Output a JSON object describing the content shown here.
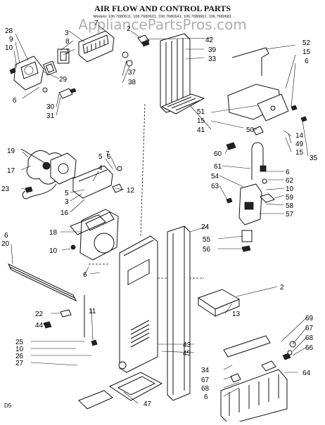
{
  "title": "AIR FLOW AND CONTROL PARTS",
  "models_line": "Models: 106.7680611, 106.7680621, 106.7680641, 106.7680661, 106.7680681",
  "watermark": "AppliancePartsPros.com",
  "page_code": "D5",
  "callouts": [
    "28",
    "9",
    "10",
    "3",
    "8",
    "1",
    "7",
    "2",
    "42",
    "39",
    "33",
    "52",
    "15",
    "6",
    "29",
    "37",
    "38",
    "6",
    "30",
    "31",
    "51",
    "15",
    "41",
    "50",
    "14",
    "49",
    "15",
    "35",
    "60",
    "6",
    "62",
    "10",
    "59",
    "58",
    "57",
    "61",
    "54",
    "63",
    "5",
    "6",
    "7",
    "4",
    "12",
    "19",
    "17",
    "23",
    "5",
    "3",
    "16",
    "18",
    "10",
    "6",
    "20",
    "6",
    "24",
    "55",
    "56",
    "2",
    "11",
    "22",
    "44",
    "13",
    "25",
    "10",
    "26",
    "27",
    "43",
    "45",
    "69",
    "67",
    "68",
    "66",
    "34",
    "67",
    "68",
    "6",
    "64",
    "47"
  ]
}
